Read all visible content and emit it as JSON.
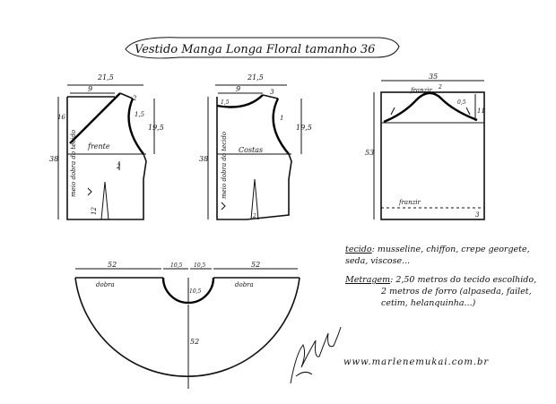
{
  "title": "Vestido Manga Longa Floral tamanho 36",
  "front_piece": {
    "width_label": "21,5",
    "neck_width_label": "9",
    "shoulder_drop_label": "2",
    "neck_depth_label": "16",
    "armhole_depth_label": "19,5",
    "armhole_label": "1,5",
    "length_label": "38",
    "piece_label": "frente",
    "fold_label": "meio dobra do tecido",
    "dart_label": "12",
    "dart_width_label": "2"
  },
  "back_piece": {
    "width_label": "21,5",
    "neck_width_label": "9",
    "shoulder_drop_label": "3",
    "neck_depth_label": "1,5",
    "armhole_depth_label": "19,5",
    "armhole_label": "1",
    "length_label": "38",
    "piece_label": "Costas",
    "fold_label": "meio dobra do tecido",
    "dart_width_label": "2"
  },
  "sleeve_piece": {
    "width_label": "35",
    "cap_label": "franzir",
    "side_label": "2",
    "cap_measure_label": "0,5",
    "cap_height_label": "11",
    "length_label": "53",
    "hem_label": "franzir",
    "hem_depth_label": "3"
  },
  "skirt_piece": {
    "left_width_label": "52",
    "waist_left_label": "10,5",
    "waist_right_label": "10,5",
    "right_width_label": "52",
    "left_fold_label": "dobra",
    "right_fold_label": "dobra",
    "waist_depth_label": "10,5",
    "length_label": "52"
  },
  "notes": {
    "fabric_label": "tecido",
    "fabric_text": "musseline, chiffon, crepe georgete, seda, viscose...",
    "yardage_label": "Metragem",
    "yardage_line1": "2,50 metros do tecido escolhido,",
    "yardage_line2": "2 metros de forro (alpaseda, failet, cetim, helanquinha...)"
  },
  "signature": "Marlene Mukai",
  "website": "www.marlenemukai.com.br"
}
